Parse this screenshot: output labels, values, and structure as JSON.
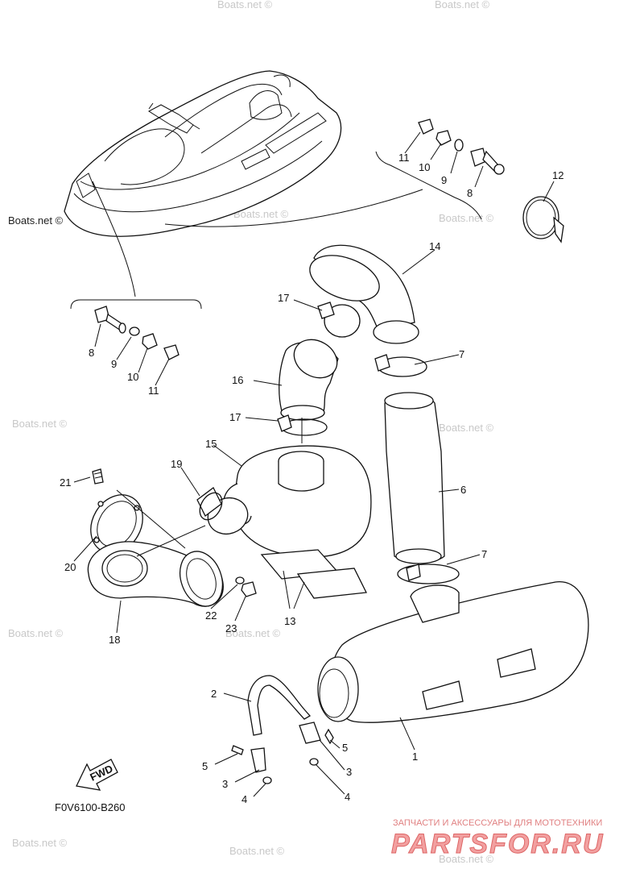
{
  "diagram_code": "F0V6100-B260",
  "fwd_label": "FWD",
  "watermark_text": "Boats.net ©",
  "brand": {
    "tagline": "ЗАПЧАСТИ И АКСЕССУАРЫ ДЛЯ МОТОТЕХНИКИ",
    "name": "PARTSFOR.RU",
    "color": "#f2a0a0"
  },
  "callouts": {
    "c1": "1",
    "c2": "2",
    "c3a": "3",
    "c3b": "3",
    "c4a": "4",
    "c4b": "4",
    "c5a": "5",
    "c5b": "5",
    "c6": "6",
    "c7a": "7",
    "c7b": "7",
    "c8a": "8",
    "c8b": "8",
    "c9a": "9",
    "c9b": "9",
    "c10a": "10",
    "c10b": "10",
    "c11a": "11",
    "c11b": "11",
    "c12": "12",
    "c13": "13",
    "c14": "14",
    "c15": "15",
    "c16": "16",
    "c17a": "17",
    "c17b": "17",
    "c18": "18",
    "c19": "19",
    "c20": "20",
    "c21": "21",
    "c22": "22",
    "c23": "23"
  }
}
